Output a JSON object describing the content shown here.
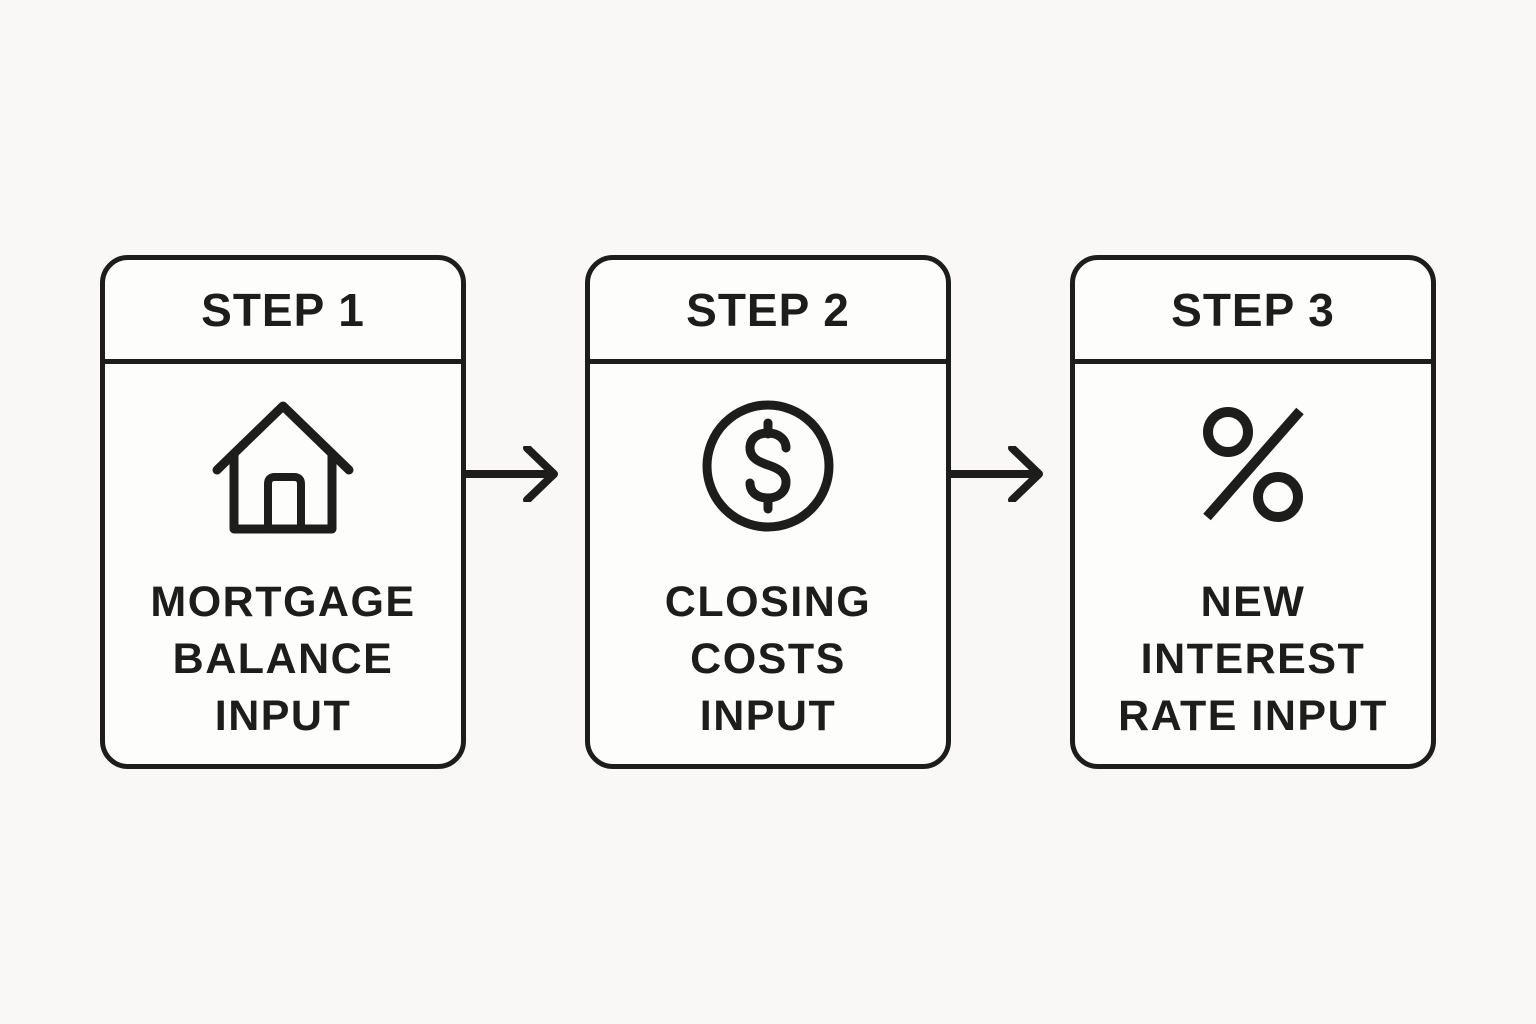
{
  "page": {
    "background_color": "#f9f8f6",
    "ink_color": "#1d1d1b",
    "card_fill_color": "#fdfdfc"
  },
  "flow": {
    "steps": [
      {
        "header": "STEP 1",
        "icon": "house-icon",
        "lines": [
          "MORTGAGE",
          "BALANCE",
          "INPUT"
        ],
        "label": "MORTGAGE BALANCE INPUT"
      },
      {
        "header": "STEP 2",
        "icon": "dollar-circle-icon",
        "lines": [
          "CLOSING",
          "COSTS",
          "INPUT"
        ],
        "label": "CLOSING COSTS INPUT"
      },
      {
        "header": "STEP 3",
        "icon": "percent-icon",
        "lines": [
          "NEW",
          "INTEREST",
          "RATE INPUT"
        ],
        "label": "NEW INTEREST RATE INPUT"
      }
    ],
    "arrows": [
      {
        "name": "flow-arrow-1",
        "direction": "right"
      },
      {
        "name": "flow-arrow-2",
        "direction": "right"
      }
    ]
  }
}
